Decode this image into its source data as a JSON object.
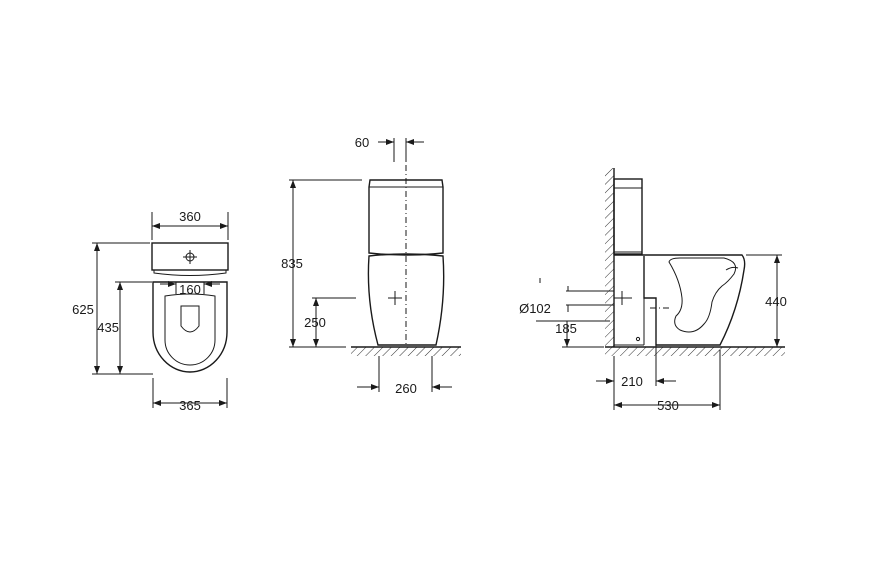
{
  "views": {
    "top": {
      "dims": {
        "tank_width": "360",
        "inlet_spacing": "160",
        "overall_depth": "625",
        "seat_depth": "435",
        "bowl_width": "365"
      },
      "icons": [
        "crosshair-icon"
      ]
    },
    "front": {
      "dims": {
        "cistern_offset": "60",
        "overall_height": "835",
        "inlet_height": "250",
        "base_width": "260"
      }
    },
    "side": {
      "dims": {
        "waste_diameter": "Ø102",
        "waste_height": "185",
        "rim_height": "440",
        "setout": "210",
        "overall_projection": "530"
      }
    }
  }
}
